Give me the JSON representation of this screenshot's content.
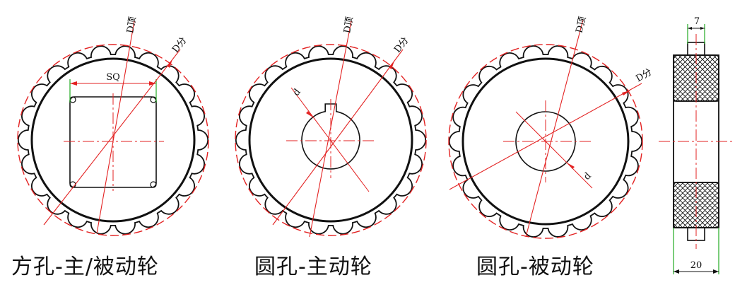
{
  "colors": {
    "outline": "#111111",
    "center_line": "#e32222",
    "dimension": "#22aa22"
  },
  "gears": [
    {
      "bore": "square",
      "caption": "方孔-主/被动轮",
      "labels": {
        "top": "D顶",
        "pitch": "D分",
        "bore": "SQ"
      }
    },
    {
      "bore": "round-keyed",
      "caption": "圆孔-主动轮",
      "labels": {
        "top": "D顶",
        "pitch": "D分",
        "bore": "d"
      }
    },
    {
      "bore": "round",
      "caption": "圆孔-被动轮",
      "labels": {
        "top": "D顶",
        "pitch": "D分",
        "bore": "d"
      }
    }
  ],
  "side_view": {
    "labels": {
      "hub_width": "7",
      "rim_width": "20"
    }
  }
}
